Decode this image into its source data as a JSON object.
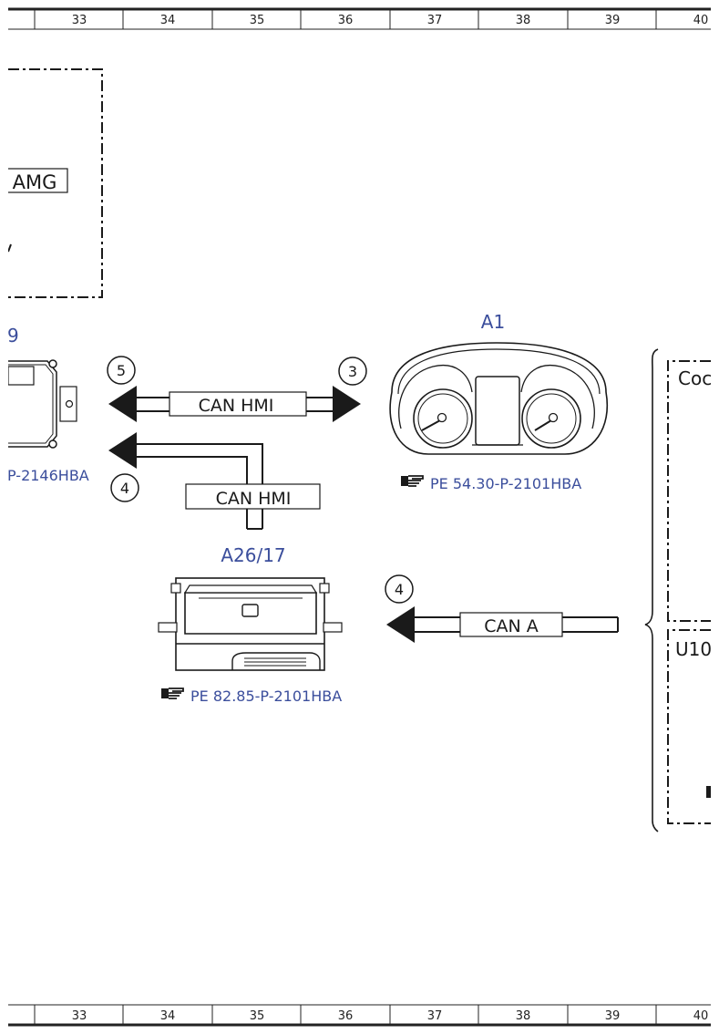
{
  "page": {
    "grid_columns": [
      "33",
      "34",
      "35",
      "36",
      "37",
      "38",
      "39",
      "40"
    ]
  },
  "components": {
    "left_box_label": "AMG",
    "left_partial_id": "9",
    "left_ref": "P-2146HBA",
    "cluster": {
      "id": "A1",
      "ref": "PE 54.30-P-2101HBA"
    },
    "display": {
      "id": "A26/17",
      "ref": "PE 82.85-P-2101HBA"
    },
    "right_top_label": "Coc",
    "right_bottom_label": "U10"
  },
  "connections": {
    "can_hmi_top": "CAN HMI",
    "can_hmi_lower": "CAN HMI",
    "can_a": "CAN A"
  },
  "callouts": {
    "c5": "5",
    "c3": "3",
    "c4_left": "4",
    "c4_right": "4"
  },
  "colors": {
    "reference_text": "#3b4e9c",
    "line": "#1a1a1a"
  }
}
